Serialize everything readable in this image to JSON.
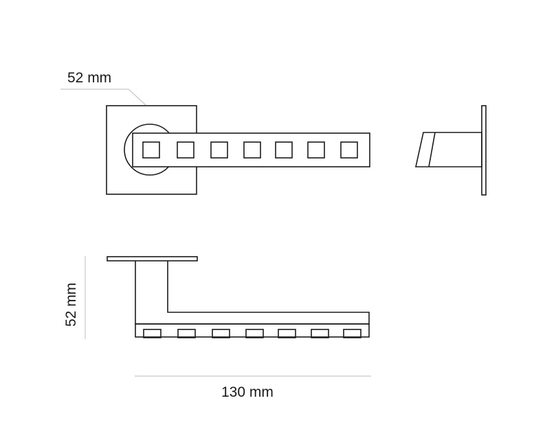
{
  "dimensions": {
    "rose_width": "52 mm",
    "height": "52 mm",
    "length": "130 mm"
  },
  "colors": {
    "line": "#1a1a1a",
    "dimension_line": "#c8c8c8",
    "background": "#ffffff"
  }
}
